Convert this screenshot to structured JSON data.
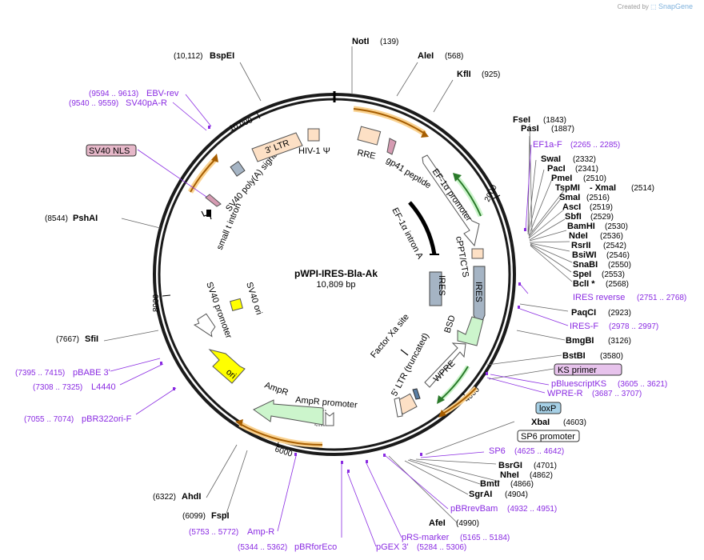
{
  "credit": {
    "prefix": "Created by",
    "brand": "SnapGene"
  },
  "plasmid": {
    "name": "pWPI-IRES-Bla-Ak",
    "length": "10,809 bp"
  },
  "ticks": [
    "2000",
    "4000",
    "6000",
    "8000",
    "10,000"
  ],
  "enzymes_top": [
    {
      "name": "NotI",
      "pos": "(139)"
    },
    {
      "name": "AleI",
      "pos": "(568)"
    },
    {
      "name": "KflI",
      "pos": "(925)"
    }
  ],
  "enzymes_right": [
    {
      "name": "FseI",
      "pos": "(1843)"
    },
    {
      "name": "PasI",
      "pos": "(1887)"
    },
    {
      "name": "SwaI",
      "pos": "(2332)"
    },
    {
      "name": "PacI",
      "pos": "(2341)"
    },
    {
      "name": "PmeI",
      "pos": "(2510)"
    },
    {
      "name": "TspMI",
      "name2": "- XmaI",
      "pos": "(2514)"
    },
    {
      "name": "SmaI",
      "pos": "(2516)"
    },
    {
      "name": "AscI",
      "pos": "(2519)"
    },
    {
      "name": "SbfI",
      "pos": "(2529)"
    },
    {
      "name": "BamHI",
      "pos": "(2530)"
    },
    {
      "name": "NdeI",
      "pos": "(2536)"
    },
    {
      "name": "RsrII",
      "pos": "(2542)"
    },
    {
      "name": "BsiWI",
      "pos": "(2546)"
    },
    {
      "name": "SnaBI",
      "pos": "(2550)"
    },
    {
      "name": "SpeI",
      "pos": "(2553)"
    },
    {
      "name": "BclI *",
      "pos": "(2568)"
    },
    {
      "name": "PaqCI",
      "pos": "(2923)"
    },
    {
      "name": "BmgBI",
      "pos": "(3126)"
    },
    {
      "name": "BstBI",
      "pos": "(3580)"
    },
    {
      "name": "XbaI",
      "pos": "(4603)"
    },
    {
      "name": "BsrGI",
      "pos": "(4701)"
    },
    {
      "name": "NheI",
      "pos": "(4862)"
    },
    {
      "name": "BmtI",
      "pos": "(4866)"
    },
    {
      "name": "SgrAI",
      "pos": "(4904)"
    },
    {
      "name": "AfeI",
      "pos": "(4990)"
    }
  ],
  "enzymes_left": [
    {
      "name": "BspEI",
      "pos": "(10,112)"
    },
    {
      "name": "PshAI",
      "pos": "(8544)"
    },
    {
      "name": "SfiI",
      "pos": "(7667)"
    },
    {
      "name": "AhdI",
      "pos": "(6322)"
    },
    {
      "name": "FspI",
      "pos": "(6099)"
    }
  ],
  "primers": [
    {
      "name": "EF1a-F",
      "pos": "(2265 .. 2285)"
    },
    {
      "name": "IRES reverse",
      "pos": "(2751 .. 2768)"
    },
    {
      "name": "IRES-F",
      "pos": "(2978 .. 2997)"
    },
    {
      "name": "pBluescriptKS",
      "pos": "(3605 .. 3621)"
    },
    {
      "name": "WPRE-R",
      "pos": "(3687 .. 3707)"
    },
    {
      "name": "SP6",
      "pos": "(4625 .. 4642)"
    },
    {
      "name": "pBRrevBam",
      "pos": "(4932 .. 4951)"
    },
    {
      "name": "pRS-marker",
      "pos": "(5165 .. 5184)"
    },
    {
      "name": "pGEX 3'",
      "pos": "(5284 .. 5306)"
    },
    {
      "name": "pBRforEco",
      "pos": "(5344 .. 5362)"
    },
    {
      "name": "Amp-R",
      "pos": "(5753 .. 5772)"
    },
    {
      "name": "pBR322ori-F",
      "pos": "(7055 .. 7074)"
    },
    {
      "name": "L4440",
      "pos": "(7308 .. 7325)"
    },
    {
      "name": "pBABE 3'",
      "pos": "(7395 .. 7415)"
    },
    {
      "name": "SV40pA-R",
      "pos": "(9540 .. 9559)"
    },
    {
      "name": "EBV-rev",
      "pos": "(9594 .. 9613)"
    }
  ],
  "boxed_labels": {
    "ks_primer": "KS primer",
    "loxp": "loxP",
    "sp6_promoter": "SP6 promoter",
    "sv40_nls": "SV40 NLS"
  },
  "features": {
    "rre": "RRE",
    "gp41": "gp41 peptide",
    "ef1a_promoter": "EF-1α promoter",
    "ef1a_intron": "EF-1α intron A",
    "cppt": "cPPT/CTS",
    "ires_outer": "IRES",
    "ires_inner": "IRES",
    "bsd": "BSD",
    "factor_xa": "Factor Xa site",
    "wpre": "WPRE",
    "ltr5": "5' LTR (truncated)",
    "ampr_promoter": "AmpR promoter",
    "ampr": "AmpR",
    "ori": "ori",
    "sv40_promoter": "SV40 promoter",
    "sv40_ori": "SV40 ori",
    "small_t": "small t intron",
    "sv40_polya": "SV40 poly(A) signal",
    "ltr3": "3' LTR",
    "hiv_psi": "HIV-1 Ψ"
  },
  "colors": {
    "enzyme": "#000000",
    "primer": "#8a2be2",
    "ltr": "#fde0c5",
    "green_feature": "#ccf5cc",
    "ori": "#ffff00",
    "primer_arrow": "#fad290",
    "grey_feature": "#a5b4c4"
  }
}
